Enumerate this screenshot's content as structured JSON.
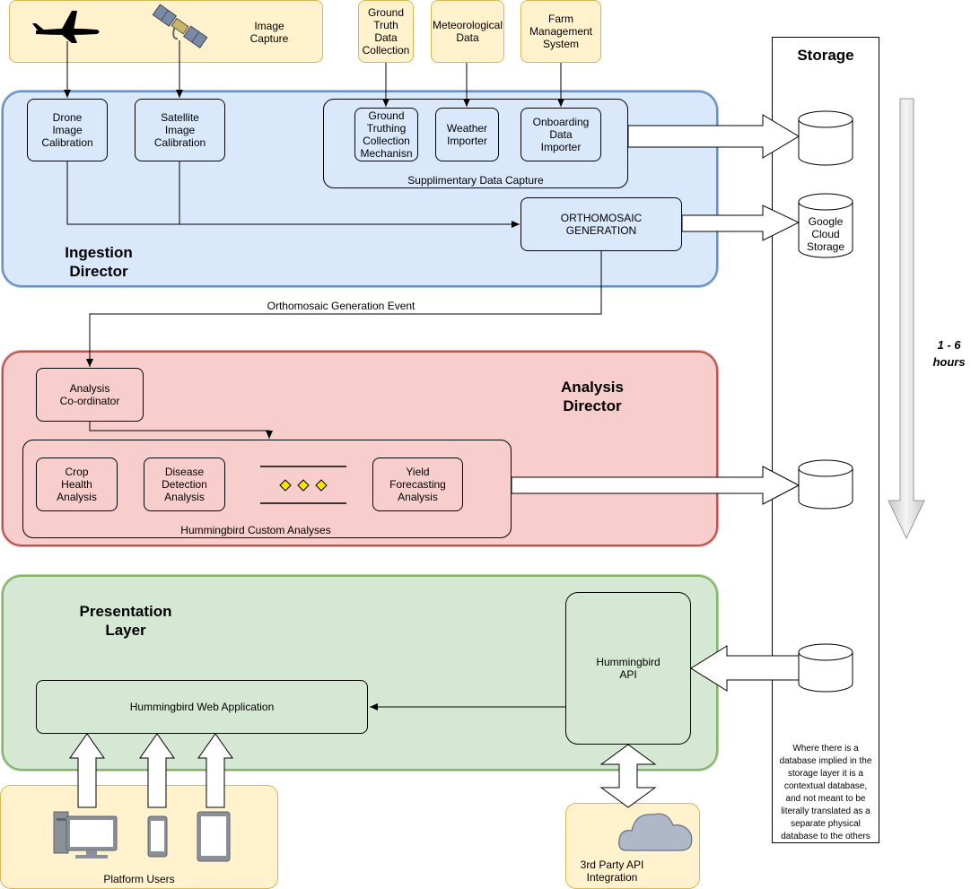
{
  "sources": {
    "image_capture": "Image\nCapture",
    "ground_truth": "Ground\nTruth\nData\nCollection",
    "meteorological": "Meteorological\nData",
    "farm_management": "Farm\nManagement\nSystem"
  },
  "ingestion": {
    "title": "Ingestion\nDirector",
    "drone": "Drone\nImage\nCalibration",
    "satellite": "Satellite\nImage\nCalibration",
    "ground_truthing": "Ground\nTruthing\nCollection\nMechanisn",
    "weather": "Weather\nImporter",
    "onboarding": "Onboarding\nData\nImporter",
    "supplementary_label": "Supplimentary Data Capture",
    "orthomosaic": "ORTHOMOSAIC\nGENERATION"
  },
  "event_label": "Orthomosaic Generation Event",
  "analysis": {
    "title": "Analysis\nDirector",
    "coordinator": "Analysis\nCo-ordinator",
    "crop": "Crop\nHealth\nAnalysis",
    "disease": "Disease\nDetection\nAnalysis",
    "yield": "Yield\nForecasting\nAnalysis",
    "custom_label": "Hummingbird Custom Analyses"
  },
  "presentation": {
    "title": "Presentation\nLayer",
    "web_app": "Hummingbird Web Application",
    "api": "Hummingbird\nAPI"
  },
  "users_label": "Platform Users",
  "third_party": "3rd Party API\nIntegration",
  "storage": {
    "title": "Storage",
    "google": "Google\nCloud\nStorage",
    "note": "Where there is a\ndatabase implied in the\nstorage layer it is a\ncontextual database,\nand not meant to be\nliterally translated as a\nseparate physical\ndatabase to the others"
  },
  "timeline": "1 - 6\nhours",
  "colors": {
    "yellow_fill": "#fff2cc",
    "yellow_stroke": "#d6b656",
    "blue_fill": "#dae8fc",
    "blue_stroke": "#6c8ebf",
    "red_fill": "#f8cecc",
    "red_stroke": "#b85450",
    "green_fill": "#d5e8d4",
    "green_stroke": "#82b366"
  }
}
